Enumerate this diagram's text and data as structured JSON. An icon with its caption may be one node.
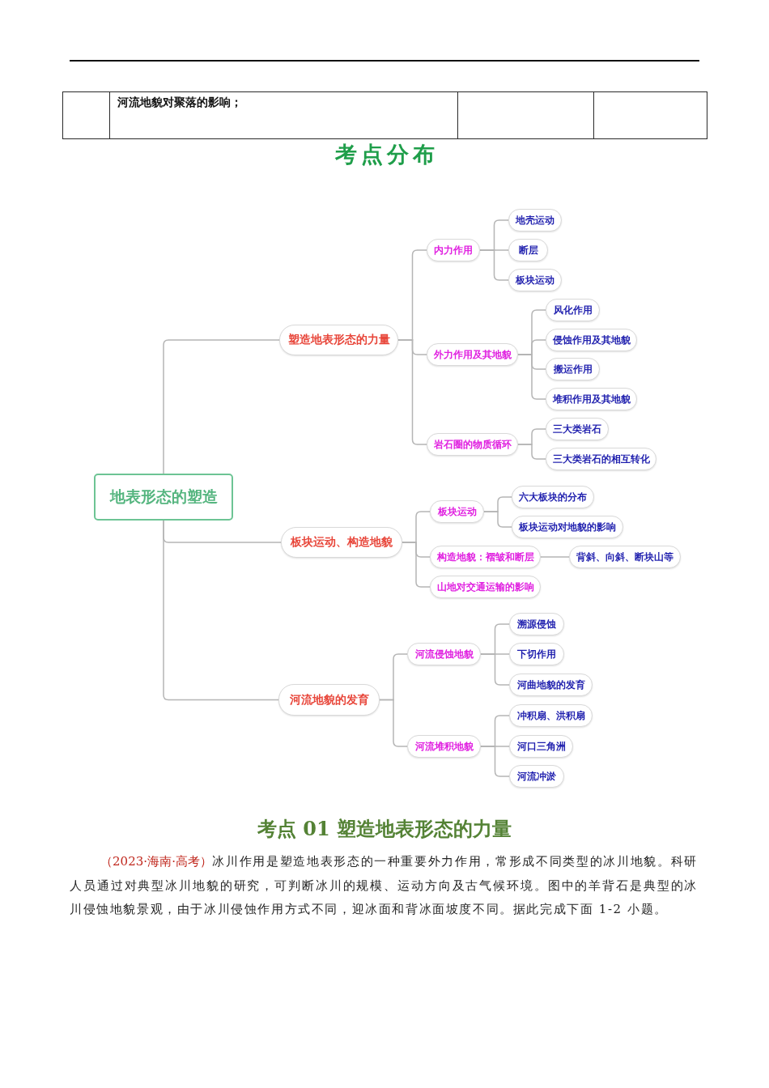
{
  "diagram": {
    "title": "考点分布",
    "nodes": [
      {
        "text": [
          "地表形态的塑造"
        ]
      },
      {
        "text": [
          "塑造地表形态的力量"
        ]
      },
      {
        "text": [
          "内力作用"
        ]
      },
      {
        "text": [
          "地壳运动"
        ]
      },
      {
        "text": [
          "断层"
        ]
      },
      {
        "text": [
          "板块运动"
        ]
      },
      {
        "text": [
          "外力作用及其地貌"
        ]
      },
      {
        "text": [
          "风化作用"
        ]
      },
      {
        "text": [
          "侵蚀作用及其地貌"
        ]
      },
      {
        "text": [
          "搬运作用"
        ]
      },
      {
        "text": [
          "堆积作用及其地貌"
        ]
      },
      {
        "text": [
          "岩石圈的物质循环"
        ]
      },
      {
        "text": [
          "三大类岩石"
        ]
      },
      {
        "text": [
          "三大类岩石的相互转化"
        ]
      },
      {
        "text": [
          "板块运动、构造地貌"
        ]
      },
      {
        "text": [
          "板块运动"
        ]
      },
      {
        "text": [
          "六大板块的分布"
        ]
      },
      {
        "text": [
          "板块运动对地貌的影响"
        ]
      },
      {
        "text": [
          "构造地貌：褶皱和断层"
        ]
      },
      {
        "text": [
          "背斜、向斜、断块山等"
        ]
      },
      {
        "text": [
          "山地对交通运输的影响"
        ]
      },
      {
        "text": [
          "河流地貌的发育"
        ]
      },
      {
        "text": [
          "河流侵蚀地貌"
        ]
      },
      {
        "text": [
          "溯源侵蚀"
        ]
      },
      {
        "text": [
          "下切作用"
        ]
      },
      {
        "text": [
          "河曲地貌的发育"
        ]
      },
      {
        "text": [
          "河流堆积地貌"
        ]
      },
      {
        "text": [
          "冲积扇、洪积扇"
        ]
      },
      {
        "text": [
          "河口三角洲"
        ]
      },
      {
        "text": [
          "河流冲淤"
        ]
      }
    ],
    "edges": [
      {
        "from": 0,
        "to": 1,
        "arrow": "none"
      },
      {
        "from": 1,
        "to": 2,
        "arrow": "none"
      },
      {
        "from": 2,
        "to": 3,
        "arrow": "none"
      },
      {
        "from": 2,
        "to": 4,
        "arrow": "none"
      },
      {
        "from": 2,
        "to": 5,
        "arrow": "none"
      },
      {
        "from": 1,
        "to": 6,
        "arrow": "none"
      },
      {
        "from": 6,
        "to": 7,
        "arrow": "none"
      },
      {
        "from": 6,
        "to": 8,
        "arrow": "none"
      },
      {
        "from": 6,
        "to": 9,
        "arrow": "none"
      },
      {
        "from": 6,
        "to": 10,
        "arrow": "none"
      },
      {
        "from": 1,
        "to": 11,
        "arrow": "none"
      },
      {
        "from": 11,
        "to": 12,
        "arrow": "none"
      },
      {
        "from": 11,
        "to": 13,
        "arrow": "none"
      },
      {
        "from": 0,
        "to": 14,
        "arrow": "none"
      },
      {
        "from": 14,
        "to": 15,
        "arrow": "none"
      },
      {
        "from": 15,
        "to": 16,
        "arrow": "none"
      },
      {
        "from": 15,
        "to": 17,
        "arrow": "none"
      },
      {
        "from": 14,
        "to": 18,
        "arrow": "none"
      },
      {
        "from": 18,
        "to": 19,
        "arrow": "none"
      },
      {
        "from": 14,
        "to": 20,
        "arrow": "none"
      },
      {
        "from": 0,
        "to": 21,
        "arrow": "none"
      },
      {
        "from": 21,
        "to": 22,
        "arrow": "none"
      },
      {
        "from": 22,
        "to": 23,
        "arrow": "none"
      },
      {
        "from": 22,
        "to": 24,
        "arrow": "none"
      },
      {
        "from": 22,
        "to": 25,
        "arrow": "none"
      },
      {
        "from": 21,
        "to": 26,
        "arrow": "none"
      },
      {
        "from": 26,
        "to": 27,
        "arrow": "none"
      },
      {
        "from": 26,
        "to": 28,
        "arrow": "none"
      },
      {
        "from": 26,
        "to": 29,
        "arrow": "none"
      }
    ],
    "labels": [
      "河流地貌对聚落的影响；",
      "考点 01 塑造地表形态的力量",
      "（2023·海南·高考）",
      "冰川作用是塑造地表形态的一种重要外力作用，常形成不同类型的冰川地貌。科研人员通过对典型冰川地貌的研究，可判断冰川的规模、运动方向及古气候环境。图中的羊背石是典型的冰川侵蚀地貌景观，由于冰川侵蚀作用方式不同，迎冰面和背冰面坡度不同。据此完成下面 1-2 小题。"
    ]
  }
}
